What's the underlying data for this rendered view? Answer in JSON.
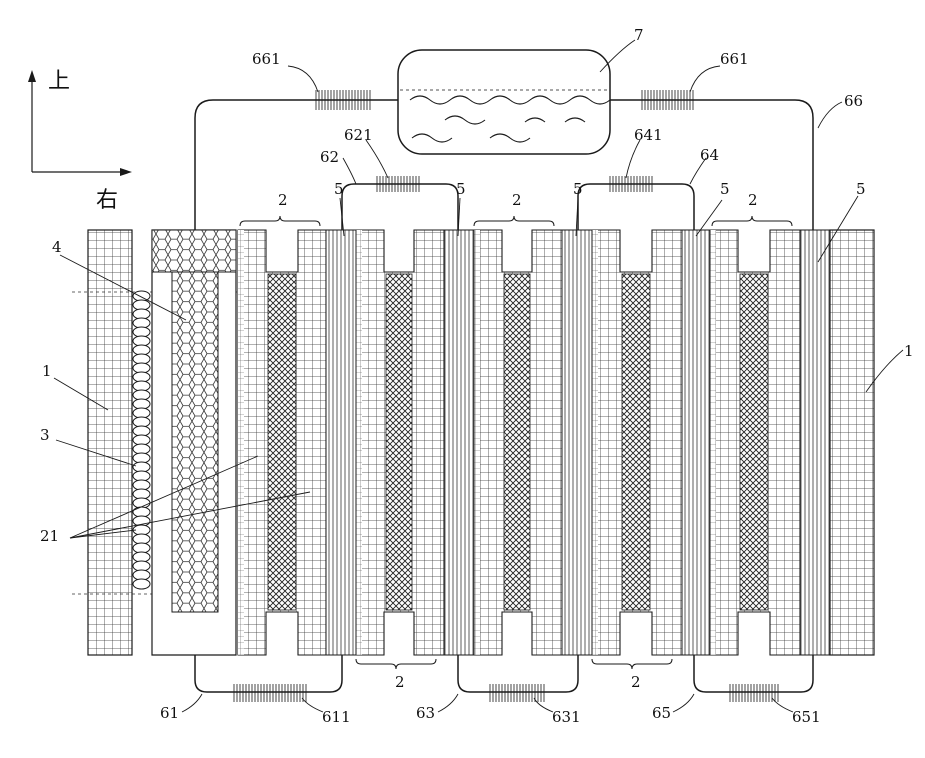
{
  "directions": {
    "up": "上",
    "right": "右"
  },
  "labels": {
    "end_plate": "1",
    "cell": "2",
    "heater": "3",
    "heat_block": "4",
    "membrane": "5",
    "layer": "21",
    "tank": "7",
    "pipe_61": "61",
    "hx_611": "611",
    "pipe_62": "62",
    "hx_621": "621",
    "pipe_63": "63",
    "hx_631": "631",
    "pipe_64": "64",
    "hx_641": "641",
    "pipe_65": "65",
    "hx_651": "651",
    "pipe_66": "66",
    "hx_661": "661"
  },
  "colors": {
    "line": "#1a1a1a",
    "fill": "#ffffff"
  }
}
